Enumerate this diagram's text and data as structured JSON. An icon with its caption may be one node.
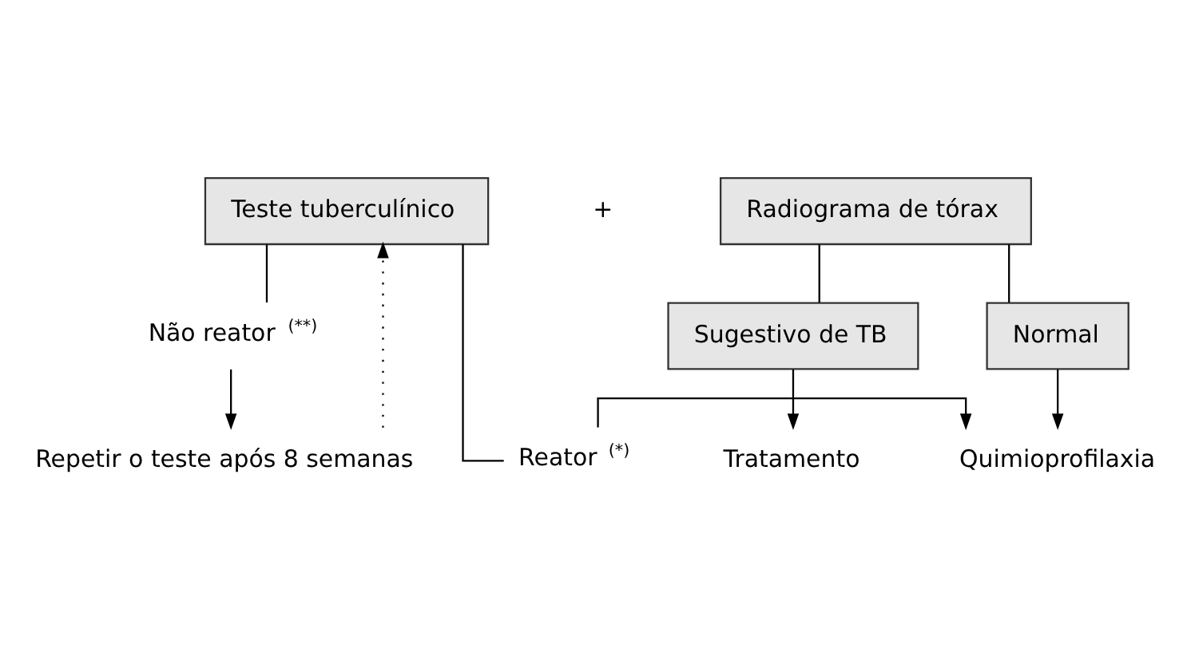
{
  "diagram": {
    "nodes": [
      {
        "text": [
          "Teste tuberculínico"
        ]
      },
      {
        "text": [
          "Radiograma de tórax"
        ]
      },
      {
        "text": [
          "Normal"
        ]
      },
      {
        "text": [
          "Sugestivo de TB"
        ]
      },
      {
        "text": [
          "Tratamento"
        ]
      },
      {
        "text": [
          "Reator $^{(*)}$"
        ]
      },
      {
        "text": [
          "Quimioprofilaxia"
        ]
      },
      {
        "text": [
          "Não reator $^{(**)}$"
        ]
      },
      {
        "text": [
          "Repetir o teste após 8 semanas"
        ]
      }
    ],
    "edges": [
      {
        "from": 0,
        "to": 5,
        "arrow": "none"
      },
      {
        "from": 0,
        "to": 7,
        "arrow": "none"
      },
      {
        "from": 1,
        "to": 2,
        "arrow": "none"
      },
      {
        "from": 1,
        "to": 3,
        "arrow": "none"
      },
      {
        "from": 3,
        "to": 4,
        "arrow": "to"
      },
      {
        "from": 5,
        "to": 6,
        "arrow": "to"
      },
      {
        "from": 2,
        "to": 6,
        "arrow": "to"
      },
      {
        "from": 7,
        "to": 8,
        "arrow": "to"
      },
      {
        "from": 8,
        "to": 0,
        "arrow": "to",
        "style": "dashed"
      }
    ],
    "labels": [
      "+"
    ]
  }
}
